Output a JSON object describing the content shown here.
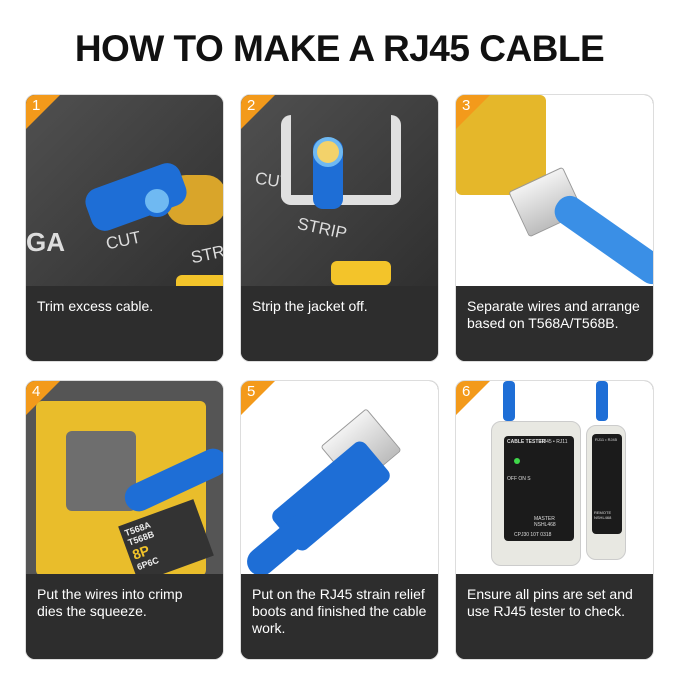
{
  "title": "HOW TO MAKE A RJ45 CABLE",
  "accent_color": "#f39a1b",
  "caption_bg": "#2d2d2d",
  "steps": [
    {
      "number": "1",
      "caption": "Trim excess cable.",
      "image_labels": [
        "GA",
        "CUT",
        "STR"
      ]
    },
    {
      "number": "2",
      "caption": "Strip the jacket off.",
      "image_labels": [
        "CUT",
        "STRIP"
      ]
    },
    {
      "number": "3",
      "caption": "Separate wires and arrange based on T568A/T568B."
    },
    {
      "number": "4",
      "caption": "Put the wires into crimp dies the squeeze.",
      "image_labels": [
        "T568A",
        "T568B",
        "8P",
        "6P6C"
      ]
    },
    {
      "number": "5",
      "caption": "Put on the RJ45 strain relief boots and finished the cable work."
    },
    {
      "number": "6",
      "caption": "Ensure all pins are set and use RJ45 tester to check.",
      "image_labels": [
        "CABLE TESTER",
        "RJ45 • RJ11",
        "OFF ON S",
        "MASTER NSHL468",
        "CPJ30 10T 0318",
        "RJ11 • RJ45",
        "REMOTE NSHL468"
      ]
    }
  ]
}
